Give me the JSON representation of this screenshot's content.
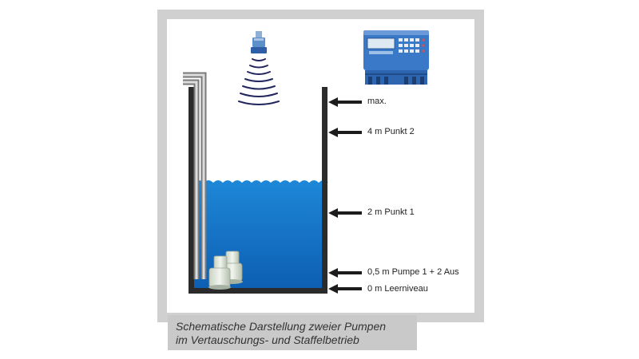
{
  "levels": [
    {
      "id": "max",
      "label": "max."
    },
    {
      "id": "p2",
      "label": "4 m Punkt 2"
    },
    {
      "id": "p1",
      "label": "2 m Punkt 1"
    },
    {
      "id": "pump-off",
      "label": "0,5 m Pumpe 1 + 2 Aus"
    },
    {
      "id": "empty",
      "label": "0 m Leerniveau"
    }
  ],
  "caption": {
    "line1": "Schematische Darstellung zweier Pumpen",
    "line2": "im Vertauschungs- und Staffelbetrieb"
  },
  "colors": {
    "frame": "#d0d0d0",
    "water": "#1673c9",
    "tank_wall": "#2b2b2b",
    "controller": "#3a78c8",
    "sensor_waves": "#23265e"
  },
  "icons": [
    "ultrasonic-sensor-icon",
    "controller-unit-icon",
    "pump-icon"
  ]
}
